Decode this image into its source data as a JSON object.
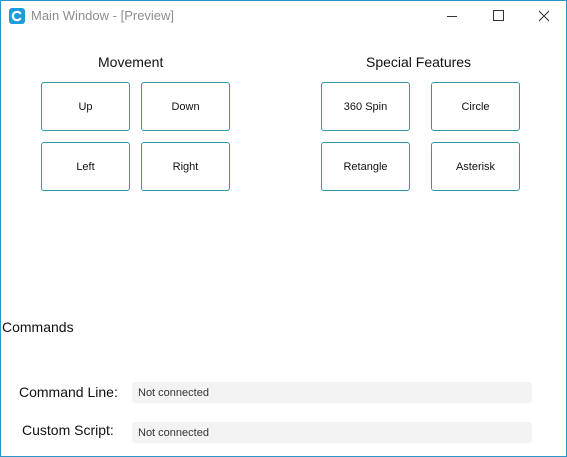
{
  "window": {
    "title": "Main Window - [Preview]",
    "accent": "#2b95c9"
  },
  "movement": {
    "title": "Movement",
    "buttons": [
      "Up",
      "Down",
      "Left",
      "Right"
    ]
  },
  "special": {
    "title": "Special Features",
    "buttons": [
      "360 Spin",
      "Circle",
      "Retangle",
      "Asterisk"
    ]
  },
  "commands": {
    "title": "Commands",
    "command_line_label": "Command Line:",
    "command_line_value": "Not connected",
    "custom_script_label": "Custom Script:",
    "custom_script_value": "Not connected"
  },
  "colors": {
    "button_border": "#2a9aa6",
    "field_bg": "#f3f3f3"
  },
  "icons": {
    "app": "app-logo-icon",
    "minimize": "minimize-icon",
    "maximize": "maximize-icon",
    "close": "close-icon"
  }
}
